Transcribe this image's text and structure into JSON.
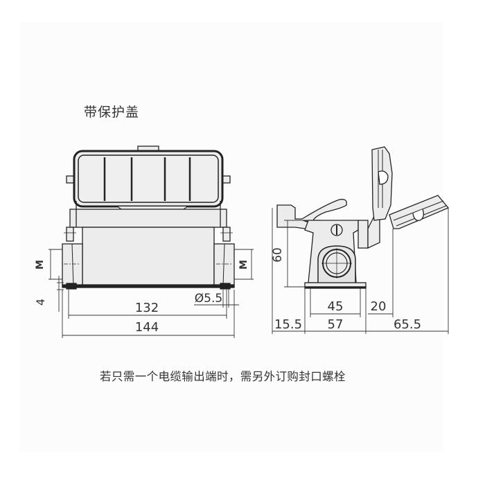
{
  "title": "带保护盖",
  "note": "若只需一个电缆输出端时，需另外订购封口螺栓",
  "front_view": {
    "dimensions": {
      "inner_width": "132",
      "overall_width": "144",
      "hole_diameter": "Ø5.5",
      "base_height": "4",
      "thread_left": "M",
      "thread_right": "M"
    }
  },
  "side_view": {
    "dimensions": {
      "height": "60",
      "base_inner": "45",
      "base_outer": "57",
      "left_offset": "15.5",
      "hinge_offset": "20",
      "cover_open": "65.5"
    }
  },
  "colors": {
    "line": "#222222",
    "fill": "#ececec",
    "panel": "#fcfcfc"
  }
}
